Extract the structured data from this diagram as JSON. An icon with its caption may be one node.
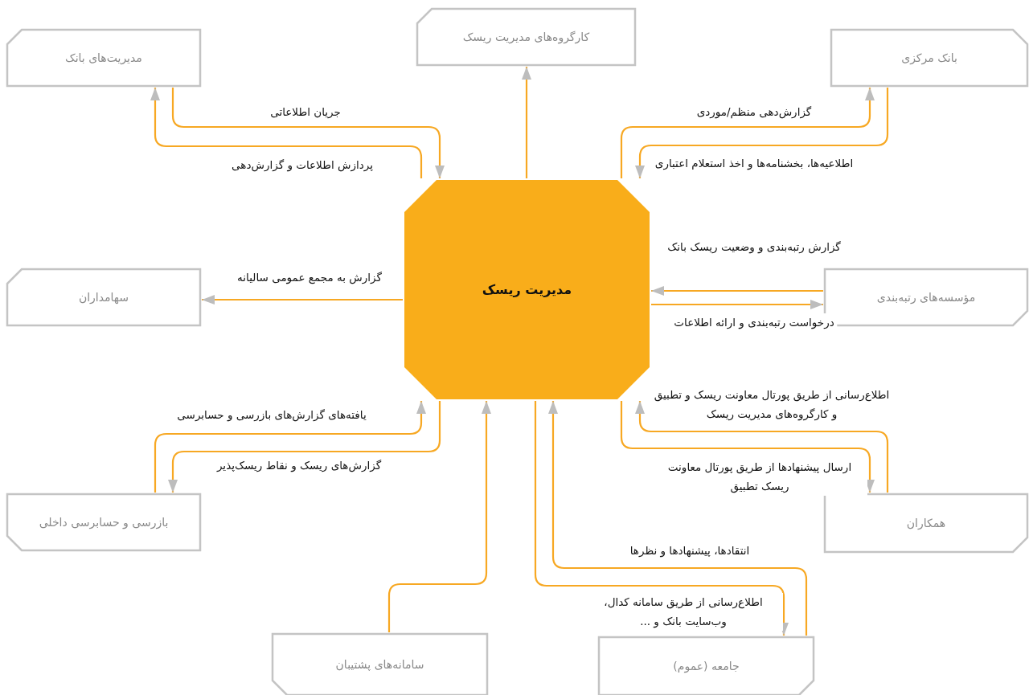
{
  "diagram": {
    "nodes": [
      {
        "text": [
          "مدیریت ریسک"
        ]
      },
      {
        "text": [
          "مدیریت‌های بانک"
        ]
      },
      {
        "text": [
          "کارگروه‌های مدیریت ریسک"
        ]
      },
      {
        "text": [
          "بانک مرکزی"
        ]
      },
      {
        "text": [
          "سهامداران"
        ]
      },
      {
        "text": [
          "مؤسسه‌های رتبه‌بندی"
        ]
      },
      {
        "text": [
          "بازرسی و حسابرسی داخلی"
        ]
      },
      {
        "text": [
          "همکاران"
        ]
      },
      {
        "text": [
          "سامانه‌های پشتیبان"
        ]
      },
      {
        "text": [
          "جامعه (عموم)"
        ]
      }
    ],
    "edges": [
      {
        "from": 1,
        "to": 0,
        "arrow": "to",
        "label": "جریان اطلاعاتی"
      },
      {
        "from": 0,
        "to": 1,
        "arrow": "to",
        "label": "پردازش اطلاعات و گزارش‌دهی"
      },
      {
        "from": 0,
        "to": 2,
        "arrow": "to"
      },
      {
        "from": 0,
        "to": 3,
        "arrow": "to",
        "label": "گزارش‌دهی منظم/موردی"
      },
      {
        "from": 3,
        "to": 0,
        "arrow": "to",
        "label": "اطلاعیه‌ها، بخشنامه‌ها و اخذ استعلام اعتباری"
      },
      {
        "from": 5,
        "to": 0,
        "arrow": "to",
        "label": "گزارش رتبه‌بندی و وضعیت ریسک بانک"
      },
      {
        "from": 0,
        "to": 5,
        "arrow": "to",
        "label": "درخواست رتبه‌بندی و ارائه اطلاعات"
      },
      {
        "from": 0,
        "to": 4,
        "arrow": "to",
        "label": "گزارش به مجمع عمومی سالیانه"
      },
      {
        "from": 7,
        "to": 0,
        "arrow": "to",
        "label": "اطلاع‌رسانی از طریق پورتال معاونت ریسک و تطبیق و کارگروه‌های مدیریت ریسک"
      },
      {
        "from": 0,
        "to": 7,
        "arrow": "to",
        "label": "ارسال پیشنهادها از طریق پورتال معاونت ریسک تطبیق"
      },
      {
        "from": 6,
        "to": 0,
        "arrow": "to",
        "label": "یافته‌های گزارش‌های بازرسی و حسابرسی"
      },
      {
        "from": 0,
        "to": 6,
        "arrow": "to",
        "label": "گزارش‌های ریسک و نقاط ریسک‌پذیر"
      },
      {
        "from": 8,
        "to": 0,
        "arrow": "to"
      },
      {
        "from": 9,
        "to": 0,
        "arrow": "to",
        "label": "انتقادها، پیشنهادها و نظرها"
      },
      {
        "from": 0,
        "to": 9,
        "arrow": "to",
        "label": "اطلاع‌رسانی از طریق سامانه کدال، وب‌سایت بانک و ..."
      }
    ]
  }
}
